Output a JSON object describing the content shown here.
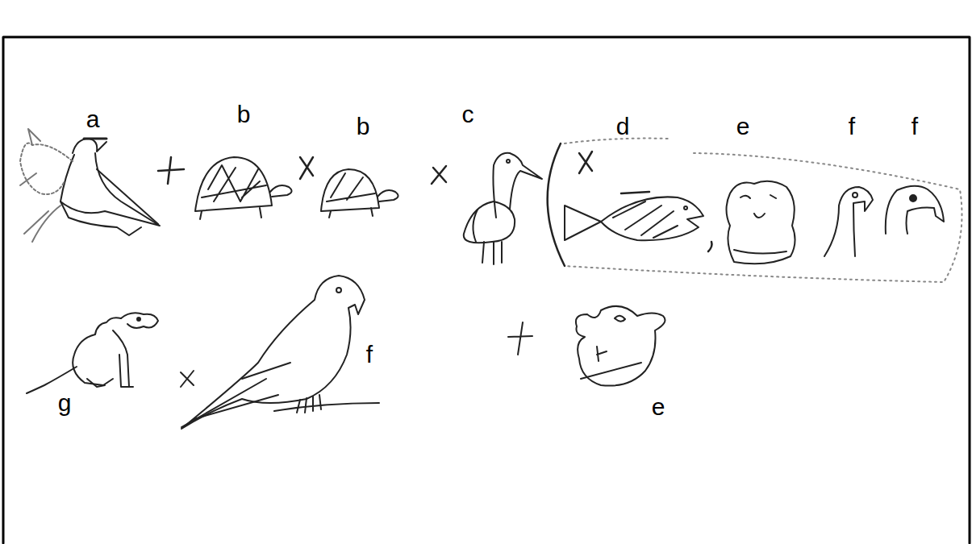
{
  "diagram": {
    "labels": [
      "a",
      "b",
      "b",
      "c",
      "d",
      "e",
      "f",
      "f",
      "g",
      "f",
      "e"
    ]
  }
}
